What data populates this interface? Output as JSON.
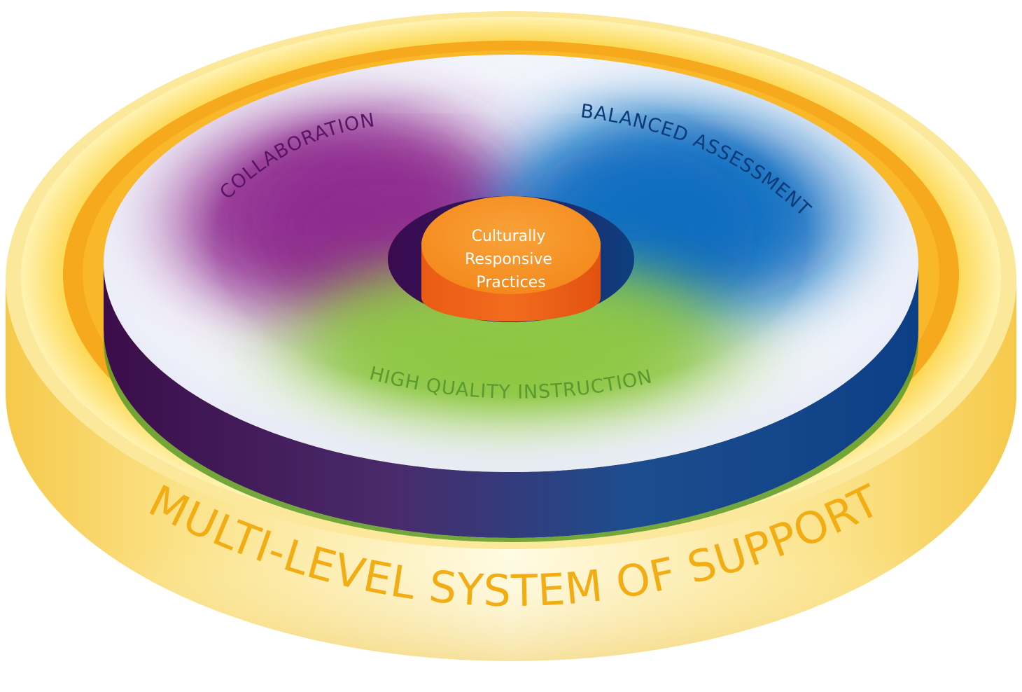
{
  "diagram": {
    "outer_ring_label": "MULTI-LEVEL SYSTEM OF SUPPORT",
    "segments": [
      {
        "id": "collaboration",
        "label": "COLLABORATION",
        "color": "#8e2a8e"
      },
      {
        "id": "balanced-assessment",
        "label": "BALANCED ASSESSMENT",
        "color": "#0b6fbf"
      },
      {
        "id": "high-quality-instruction",
        "label": "HIGH QUALITY INSTRUCTION",
        "color": "#8cc63f"
      }
    ],
    "core": {
      "lines": [
        "Culturally",
        "Responsive",
        "Practices"
      ],
      "color": "#f4901e"
    },
    "colors": {
      "ring_gold": "#f9b72a",
      "ring_label": "#f3ad14",
      "ring_light": "#fdf3b0"
    }
  }
}
